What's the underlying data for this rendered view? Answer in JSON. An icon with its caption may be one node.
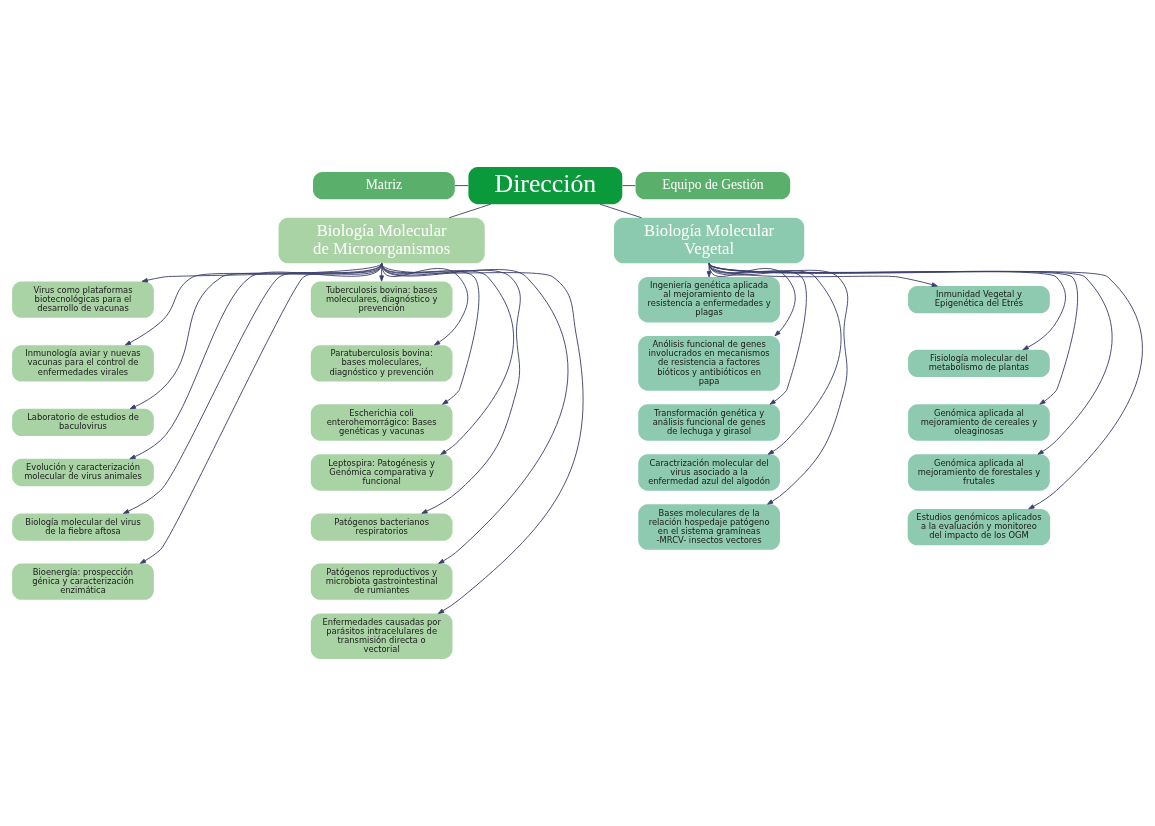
{
  "diagram": {
    "nodes": [
      {
        "text": [
          "Dirección"
        ]
      },
      {
        "text": [
          "Matriz"
        ]
      },
      {
        "text": [
          "Equipo de Gestión"
        ]
      },
      {
        "text": [
          "Biología Molecular de Microorganismos"
        ]
      },
      {
        "text": [
          "Biología Molecular Vegetal"
        ]
      },
      {
        "text": [
          "Virus como plataformas biotecnológicas para el desarrollo de vacunas"
        ]
      },
      {
        "text": [
          "Inmunología aviar y nuevas vacunas para el control de enfermedades virales"
        ]
      },
      {
        "text": [
          "Laboratorio de estudios de baculovirus"
        ]
      },
      {
        "text": [
          "Evolución y caracterización molecular de virus animales"
        ]
      },
      {
        "text": [
          "Biología molecular del virus de la fiebre aftosa"
        ]
      },
      {
        "text": [
          "Bioenergía: prospección génica y caracterización enzimática"
        ]
      },
      {
        "text": [
          "Tuberculosis bovina: bases moleculares, diagnóstico y prevención"
        ]
      },
      {
        "text": [
          "Paratuberculosis bovina: bases moleculares, diagnóstico y prevención"
        ]
      },
      {
        "text": [
          "Escherichia coli enterohemorrágico: Bases genéticas y vacunas"
        ]
      },
      {
        "text": [
          "Leptospira: Patogénesis y Genómica comparativa y funcional"
        ]
      },
      {
        "text": [
          "Patógenos bacterianos respiratorios"
        ]
      },
      {
        "text": [
          "Patógenos reproductivos y microbiota gastrointestinal de rumiantes"
        ]
      },
      {
        "text": [
          "Enfermedades causadas por parásitos intracelulares de transmisión directa o vectorial"
        ]
      },
      {
        "text": [
          "Ingeniería genética aplicada al mejoramiento de la resistencia a enfermedades y plagas"
        ]
      },
      {
        "text": [
          "Anólisis funcional de genes involucrados en mecanismos de resistencia a factores bióticos y antibióticos en papa"
        ]
      },
      {
        "text": [
          "Transformación genética y análisis funcional de genes de lechuga y girasol"
        ]
      },
      {
        "text": [
          "Caractrización molecular del virus asociado a la enfermedad azul del algodón"
        ]
      },
      {
        "text": [
          "Bases moleculares de la relación hospedaje patógeno en el sistema gramíneas -MRCV- insectos vectores"
        ]
      },
      {
        "text": [
          "Inmunidad Vegetal y Epigenética del Etrés"
        ]
      },
      {
        "text": [
          "Fisiología molecular del metabolismo de plantas"
        ]
      },
      {
        "text": [
          "Genómica aplicada al mejoramiento de cereales y oleaginosas"
        ]
      },
      {
        "text": [
          "Genómica aplicada al mejoramiento de forestales y frutales"
        ]
      },
      {
        "text": [
          "Estudios genómicos aplicados a la evaluación y monitoreo del impacto de los OGM"
        ]
      }
    ],
    "edges": [
      {
        "from": 1,
        "to": 0,
        "arrow": "none"
      },
      {
        "from": 0,
        "to": 2,
        "arrow": "none"
      },
      {
        "from": 0,
        "to": 3,
        "arrow": "none"
      },
      {
        "from": 0,
        "to": 4,
        "arrow": "none"
      },
      {
        "from": 3,
        "to": 5,
        "arrow": "to"
      },
      {
        "from": 3,
        "to": 11,
        "arrow": "to"
      },
      {
        "from": 3,
        "to": 6,
        "arrow": "to"
      },
      {
        "from": 3,
        "to": 12,
        "arrow": "to"
      },
      {
        "from": 3,
        "to": 7,
        "arrow": "to"
      },
      {
        "from": 3,
        "to": 13,
        "arrow": "to"
      },
      {
        "from": 3,
        "to": 8,
        "arrow": "to"
      },
      {
        "from": 3,
        "to": 14,
        "arrow": "to"
      },
      {
        "from": 3,
        "to": 9,
        "arrow": "to"
      },
      {
        "from": 3,
        "to": 15,
        "arrow": "to"
      },
      {
        "from": 3,
        "to": 16,
        "arrow": "to"
      },
      {
        "from": 3,
        "to": 10,
        "arrow": "to"
      },
      {
        "from": 3,
        "to": 17,
        "arrow": "to"
      },
      {
        "from": 4,
        "to": 18,
        "arrow": "to"
      },
      {
        "from": 4,
        "to": 23,
        "arrow": "to"
      },
      {
        "from": 4,
        "to": 24,
        "arrow": "to"
      },
      {
        "from": 4,
        "to": 19,
        "arrow": "to"
      },
      {
        "from": 4,
        "to": 20,
        "arrow": "to"
      },
      {
        "from": 4,
        "to": 25,
        "arrow": "to"
      },
      {
        "from": 4,
        "to": 21,
        "arrow": "to"
      },
      {
        "from": 4,
        "to": 26,
        "arrow": "to"
      },
      {
        "from": 4,
        "to": 27,
        "arrow": "to"
      },
      {
        "from": 4,
        "to": 22,
        "arrow": "to"
      }
    ]
  }
}
